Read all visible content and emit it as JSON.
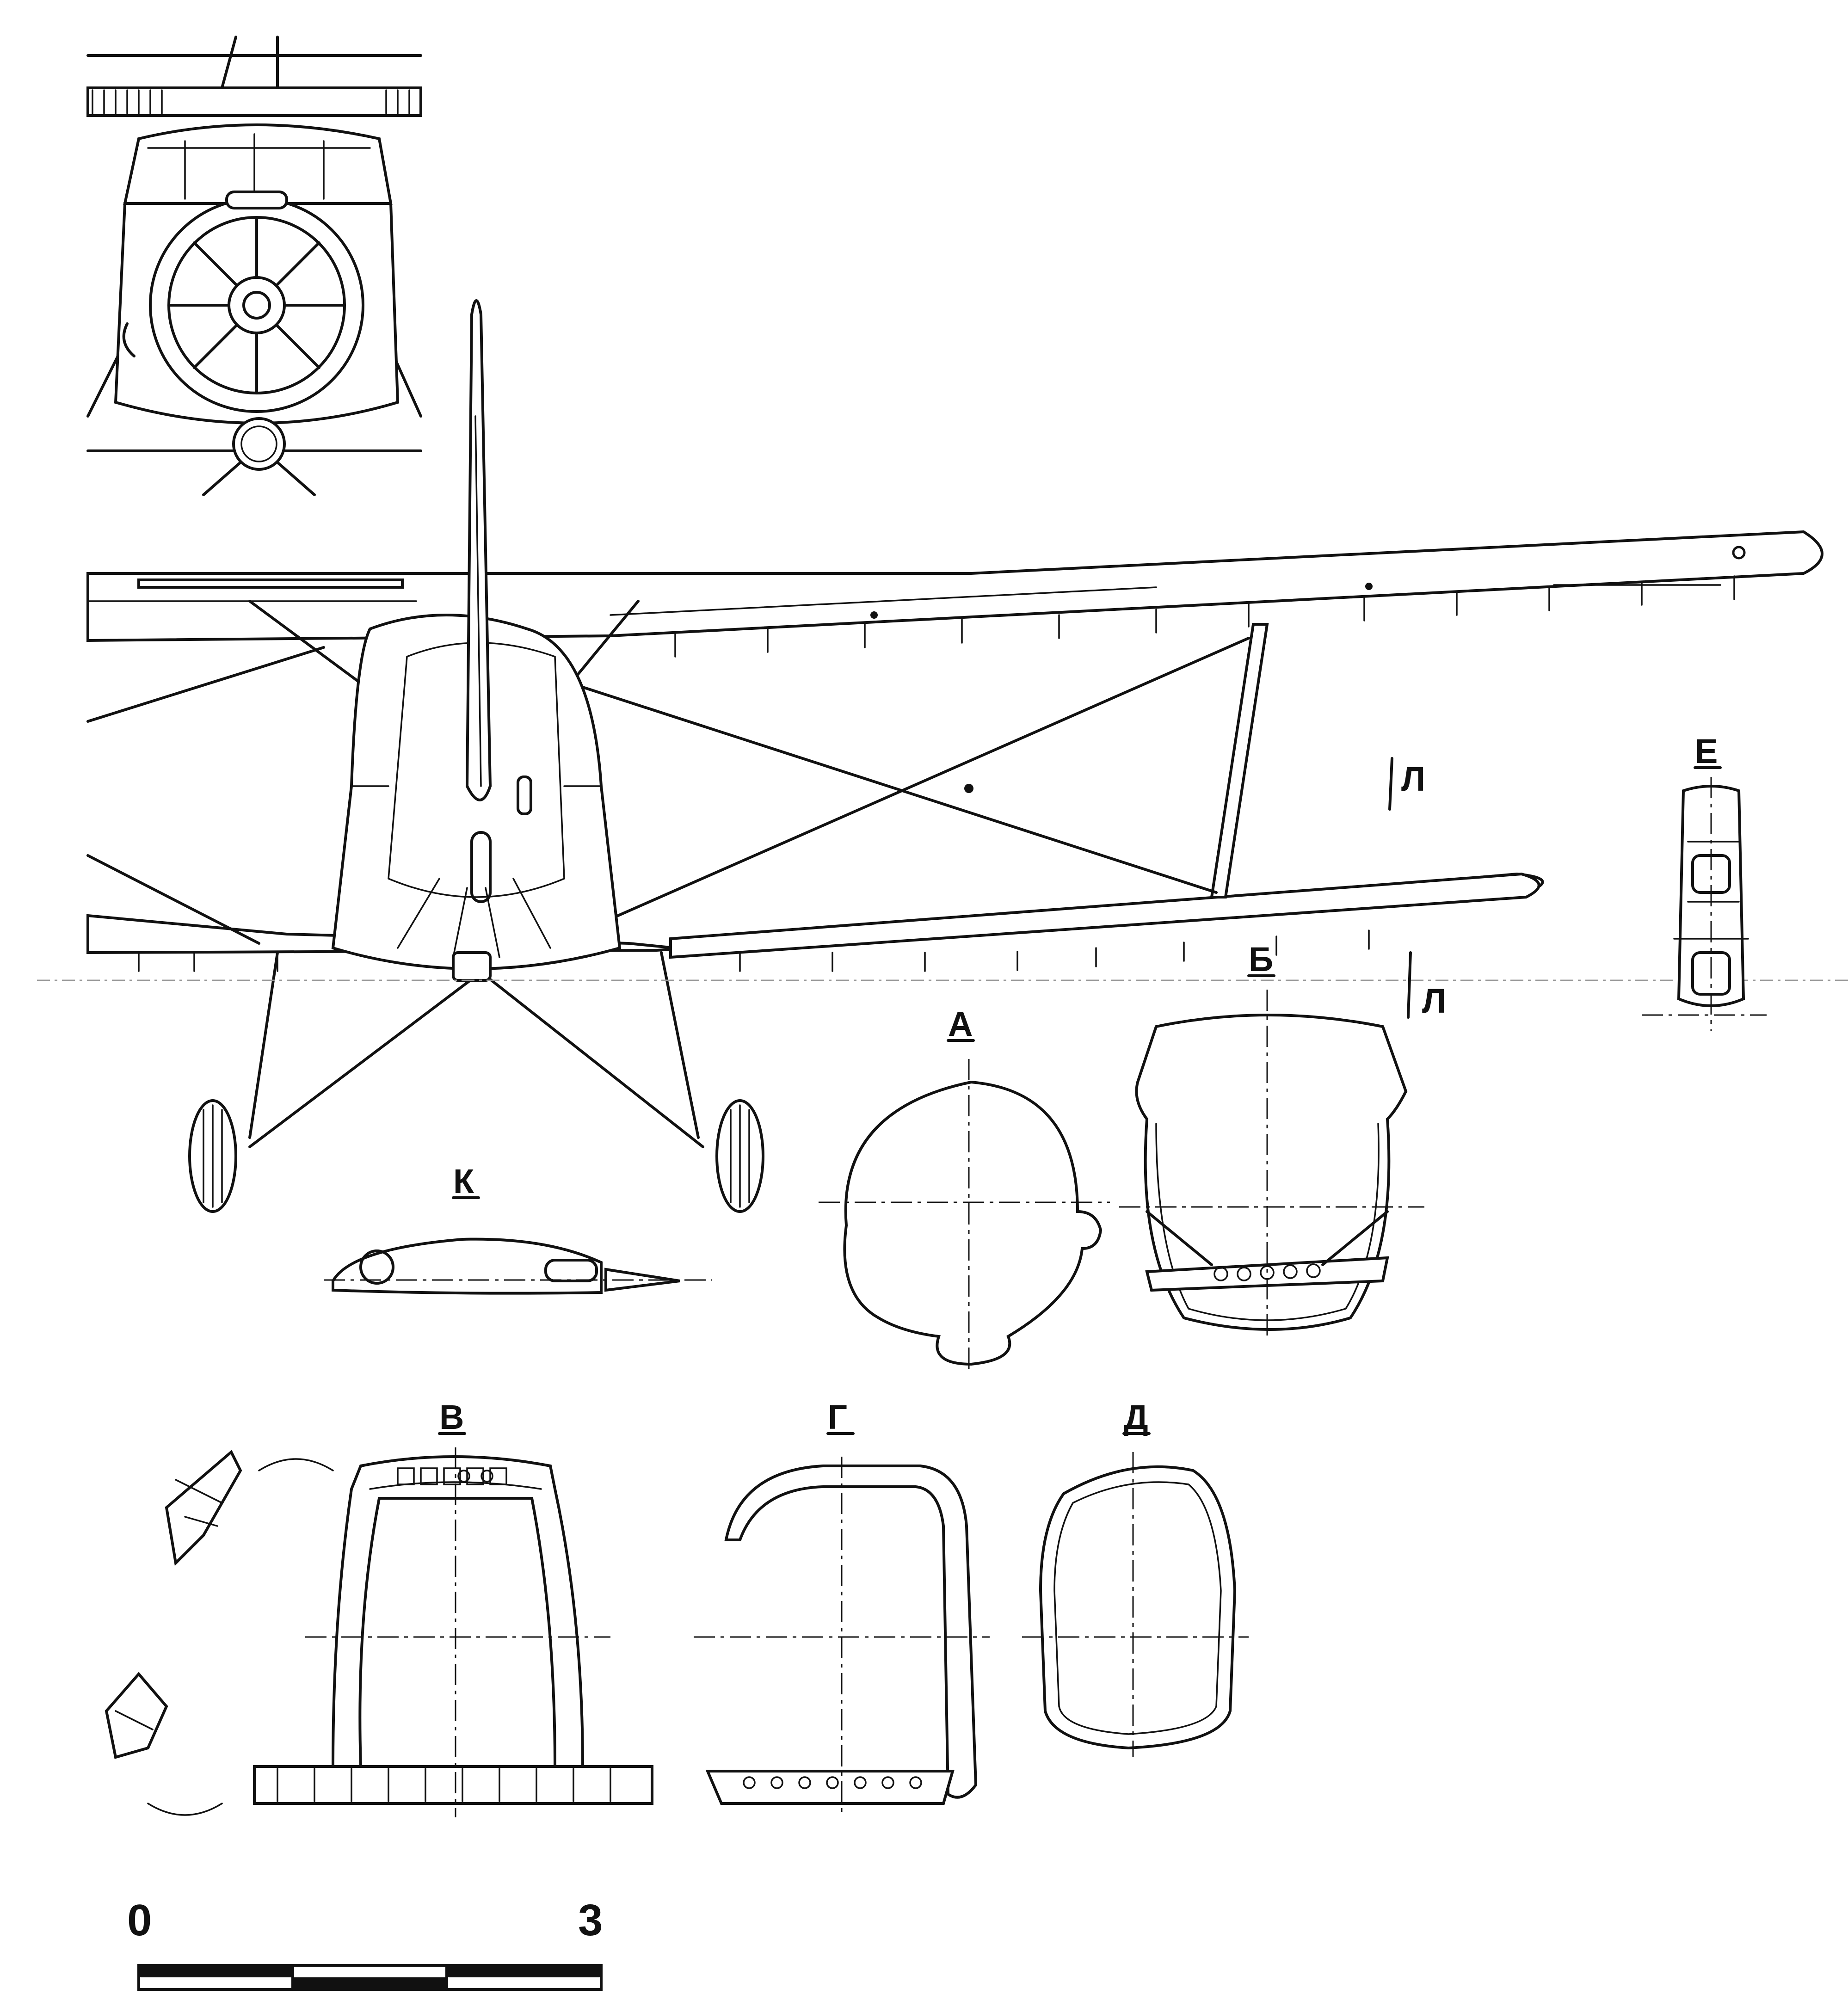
{
  "section_labels": {
    "a": "А",
    "b": "Б",
    "v": "В",
    "g": "Г",
    "d": "Д",
    "e": "Е",
    "k": "К",
    "l_upper": "Л",
    "l_lower": "Л"
  },
  "scale_bar": {
    "start_label": "0",
    "end_label": "3",
    "segments": 3
  },
  "colors": {
    "ink": "#111111",
    "paper": "#ffffff"
  }
}
